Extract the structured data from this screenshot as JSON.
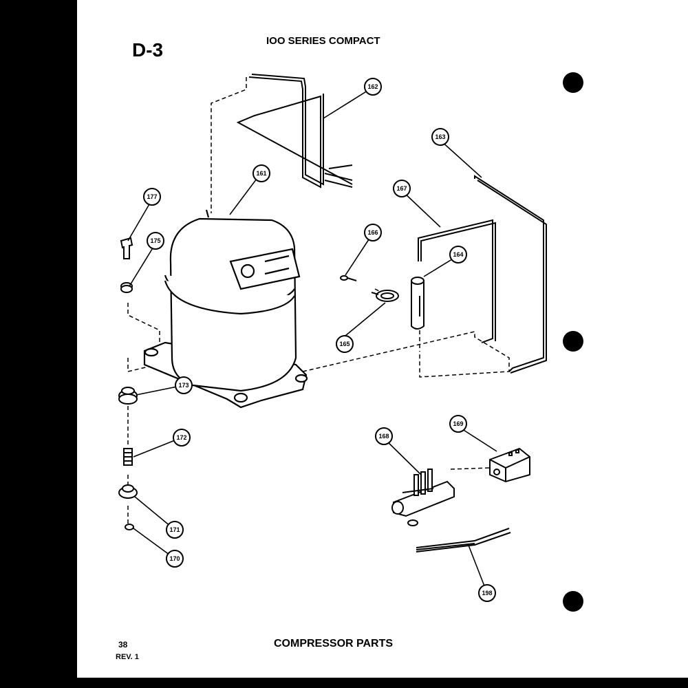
{
  "header": {
    "code": "D-3",
    "series": "IOO SERIES COMPACT"
  },
  "footer": {
    "page": "38",
    "rev": "REV. 1",
    "title": "COMPRESSOR PARTS"
  },
  "callouts": {
    "c161": "161",
    "c162": "162",
    "c163": "163",
    "c164": "164",
    "c165": "165",
    "c166": "166",
    "c167": "167",
    "c168": "168",
    "c169": "169",
    "c170": "170",
    "c171": "171",
    "c172": "172",
    "c173": "173",
    "c175": "175",
    "c177": "177",
    "c198": "198"
  },
  "colors": {
    "ink": "#000000",
    "paper": "#ffffff",
    "background": "#000000"
  }
}
